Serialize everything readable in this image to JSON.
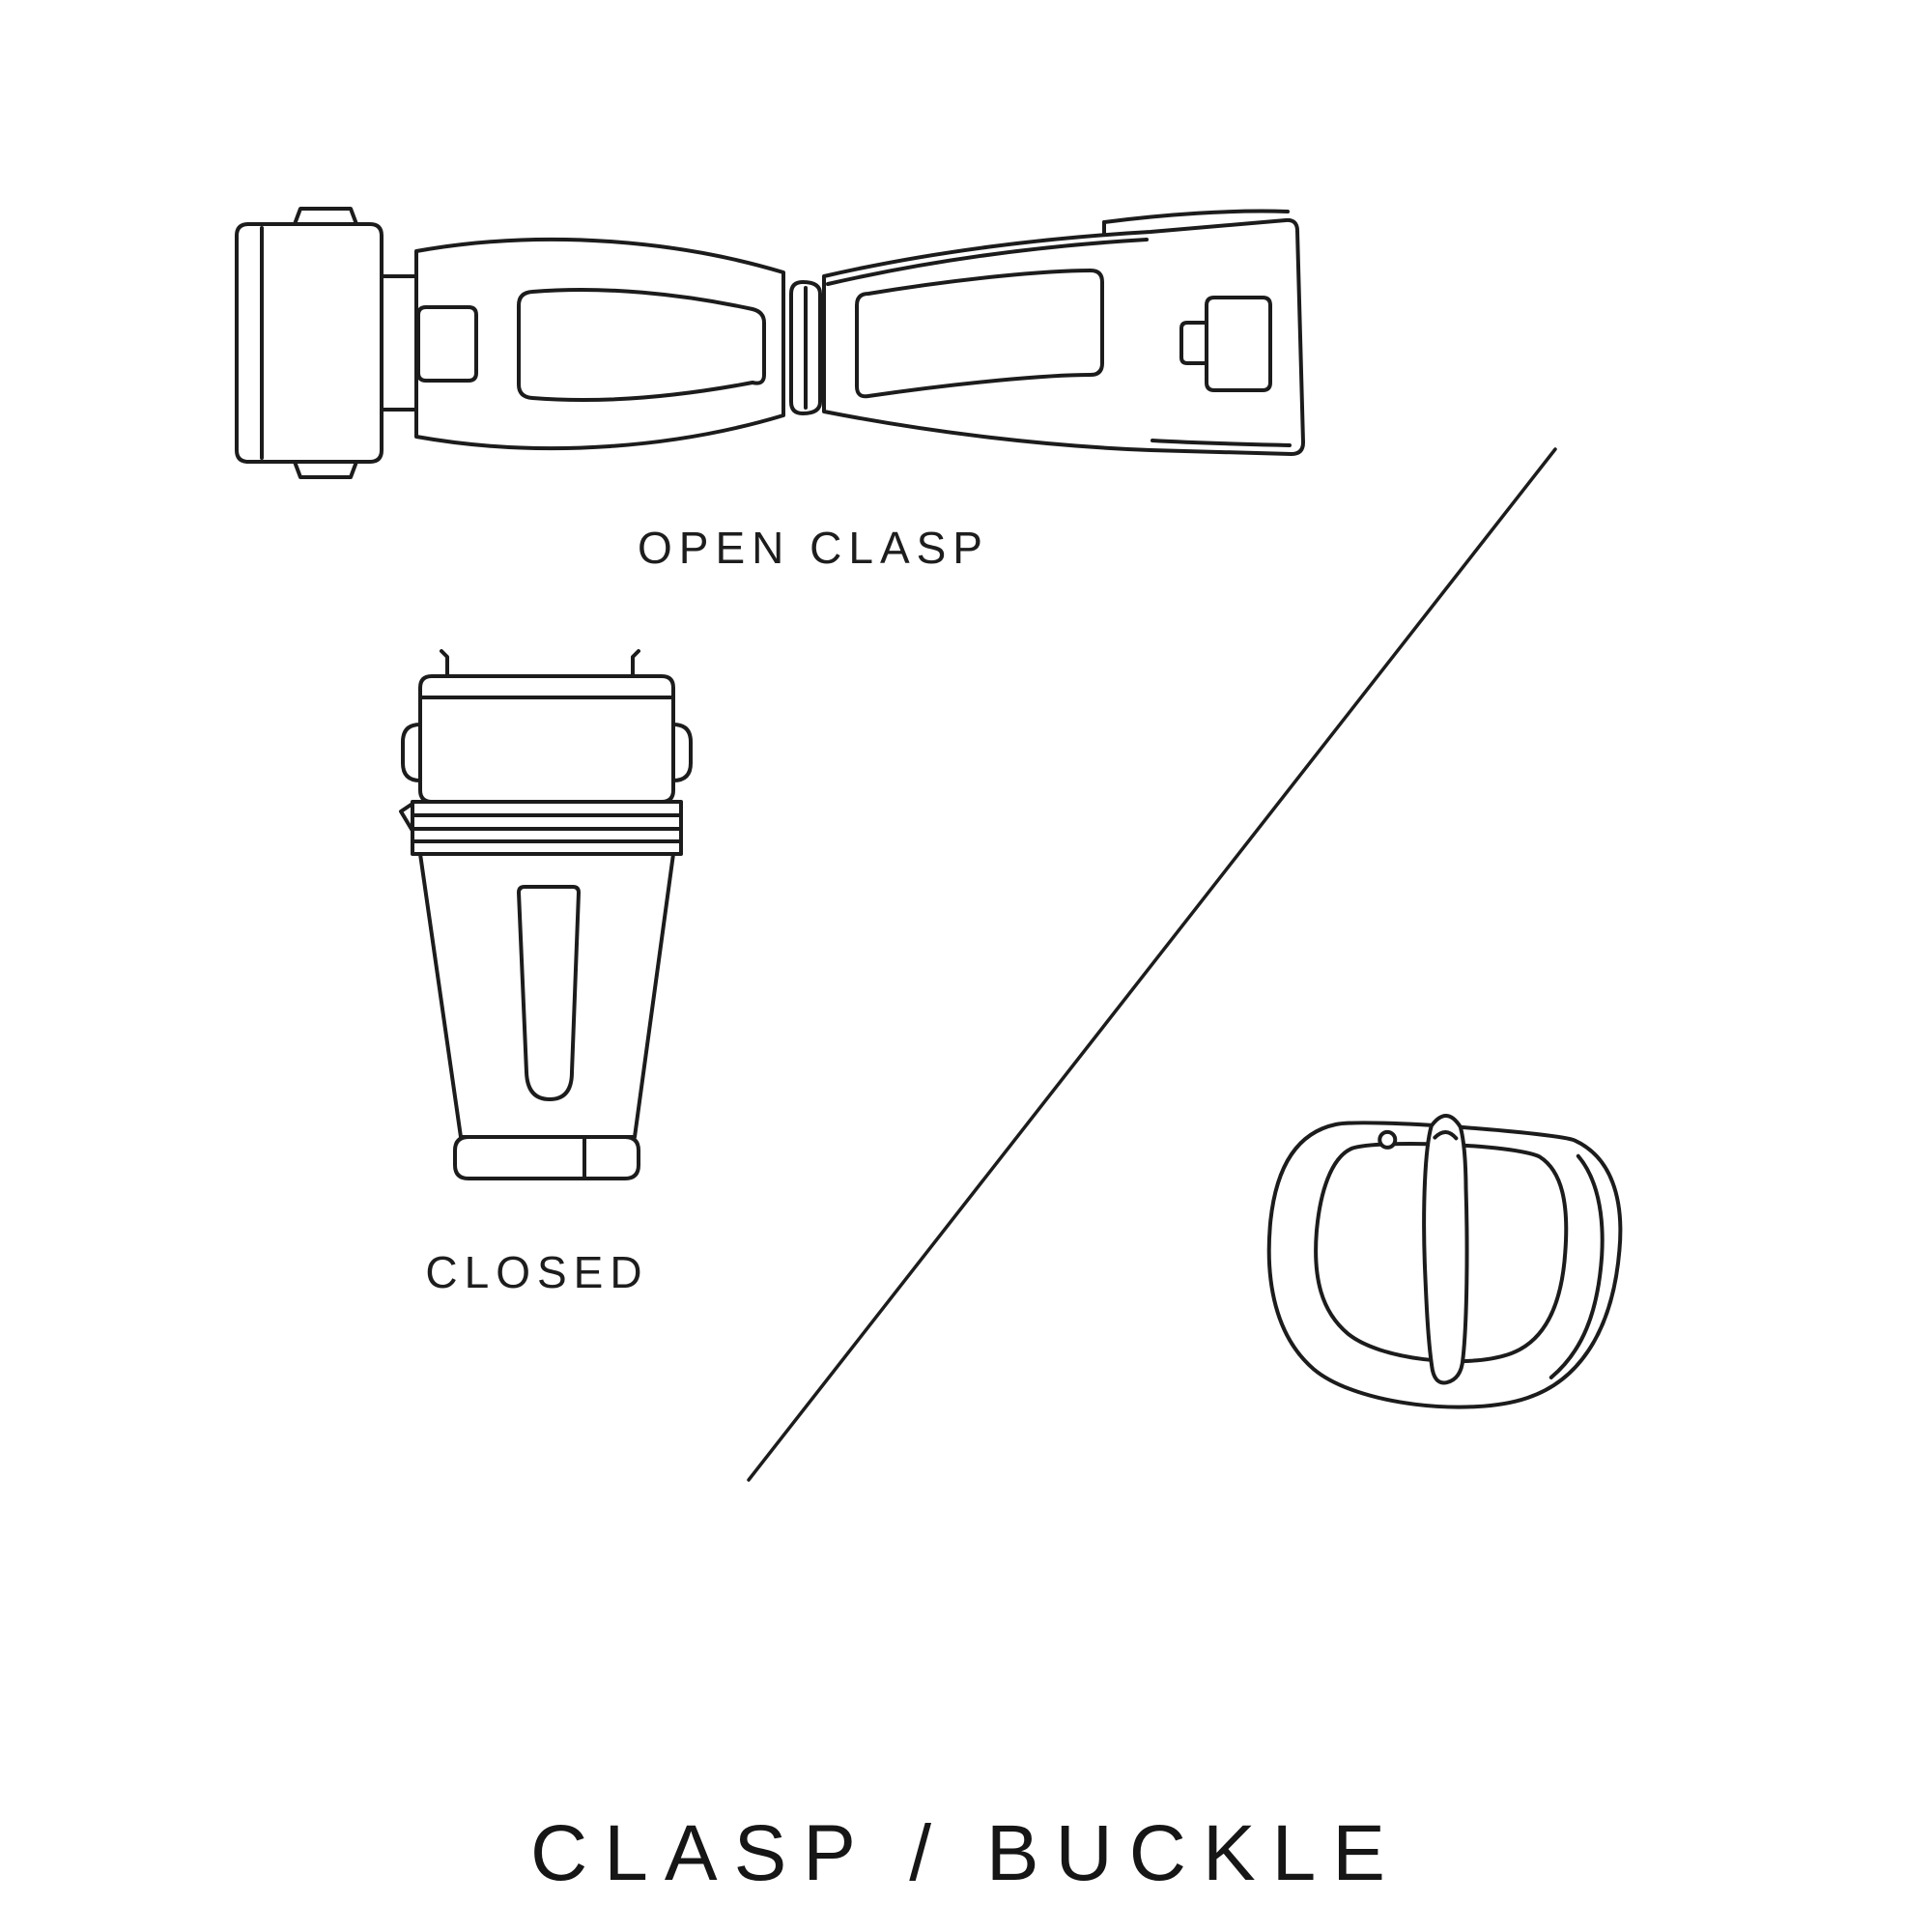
{
  "page": {
    "title": "CLASP / BUCKLE"
  },
  "colors": {
    "background": "#ffffff",
    "line": "#1c1c1c",
    "text": "#1d1d1d"
  },
  "figures": {
    "open_clasp": {
      "label": "OPEN CLASP",
      "icon": "open-clasp-illustration"
    },
    "closed_clasp": {
      "label": "CLOSED",
      "icon": "closed-clasp-illustration"
    },
    "buckle": {
      "icon": "tang-buckle-illustration"
    }
  },
  "divider": {
    "icon": "diagonal-divider-line"
  }
}
